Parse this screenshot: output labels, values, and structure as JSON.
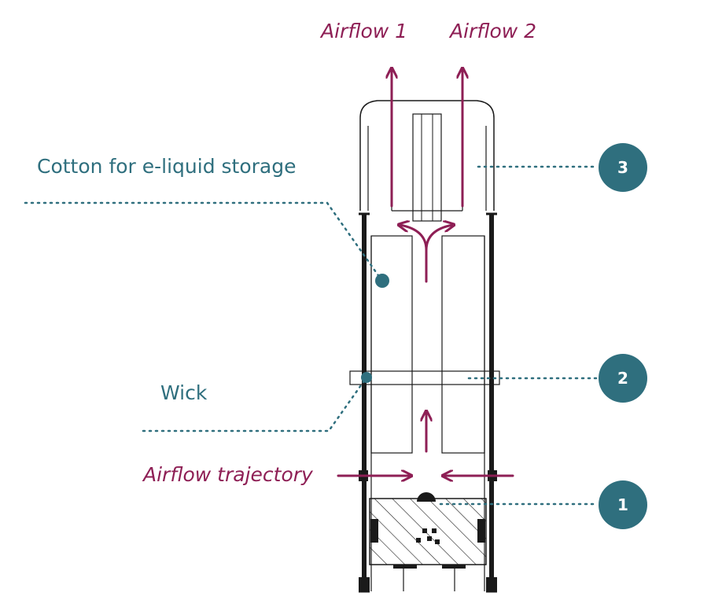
{
  "labels": {
    "airflow_1": "Airflow 1",
    "airflow_2": "Airflow 2",
    "cotton": "Cotton for e-liquid storage",
    "wick": "Wick",
    "airflow_trajectory": "Airflow trajectory"
  },
  "badges": [
    "1",
    "2",
    "3"
  ],
  "colors": {
    "teal": "#2f6f7e",
    "magenta": "#8e1f55",
    "outline": "#1a1a1a"
  }
}
